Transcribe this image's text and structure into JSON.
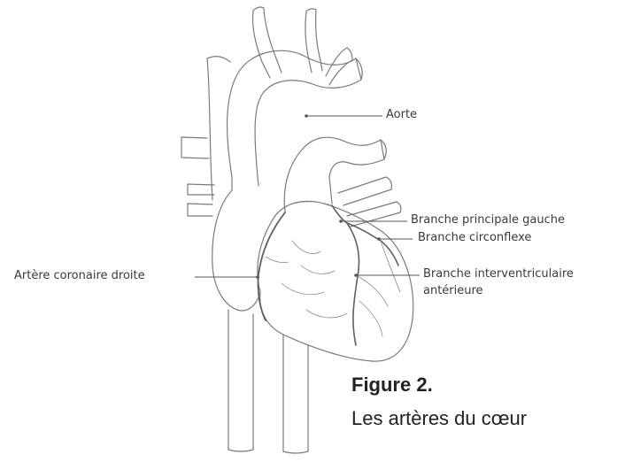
{
  "labels": {
    "aorte": "Aorte",
    "branche_principale_gauche": "Branche principale gauche",
    "branche_circonflexe": "Branche circonflexe",
    "branche_interventriculaire_line1": "Branche interventriculaire",
    "branche_interventriculaire_line2": "antérieure",
    "artere_coronaire_droite": "Artère coronaire droite"
  },
  "figure": {
    "number": "Figure 2.",
    "caption": "Les artères du cœur"
  },
  "colors": {
    "outline": "#7a7a7a",
    "leader": "#555555",
    "text": "#3a3a3a"
  }
}
